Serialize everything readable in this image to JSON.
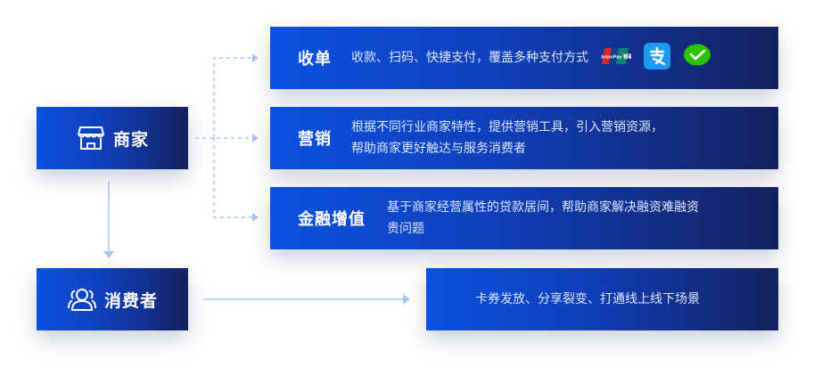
{
  "merchant": {
    "label": "商家",
    "icon": "store-icon"
  },
  "consumer": {
    "label": "消费者",
    "icon": "users-icon"
  },
  "features": [
    {
      "title": "收单",
      "desc_lines": [
        "收款、扫码、快捷支付，覆盖多种支付方式"
      ],
      "pay_icons": [
        "unionpay-icon",
        "alipay-icon",
        "wechat-pay-icon"
      ],
      "unionpay_text": "UnionPay 银联"
    },
    {
      "title": "营销",
      "desc_lines": [
        "根据不同行业商家特性，提供营销工具，引入营销资源，",
        "帮助商家更好触达与服务消费者"
      ]
    },
    {
      "title": "金融增值",
      "desc_lines": [
        "基于商家经营属性的贷款居间，帮助商家解决融资难融资",
        "贵问题"
      ]
    }
  ],
  "consumer_feature": {
    "desc": "卡券发放、分享裂变、打通线上线下场景"
  },
  "colors": {
    "box_gradient_start": "#0b51e0",
    "box_gradient_end": "#14215e",
    "connector": "#a9c4f5"
  }
}
